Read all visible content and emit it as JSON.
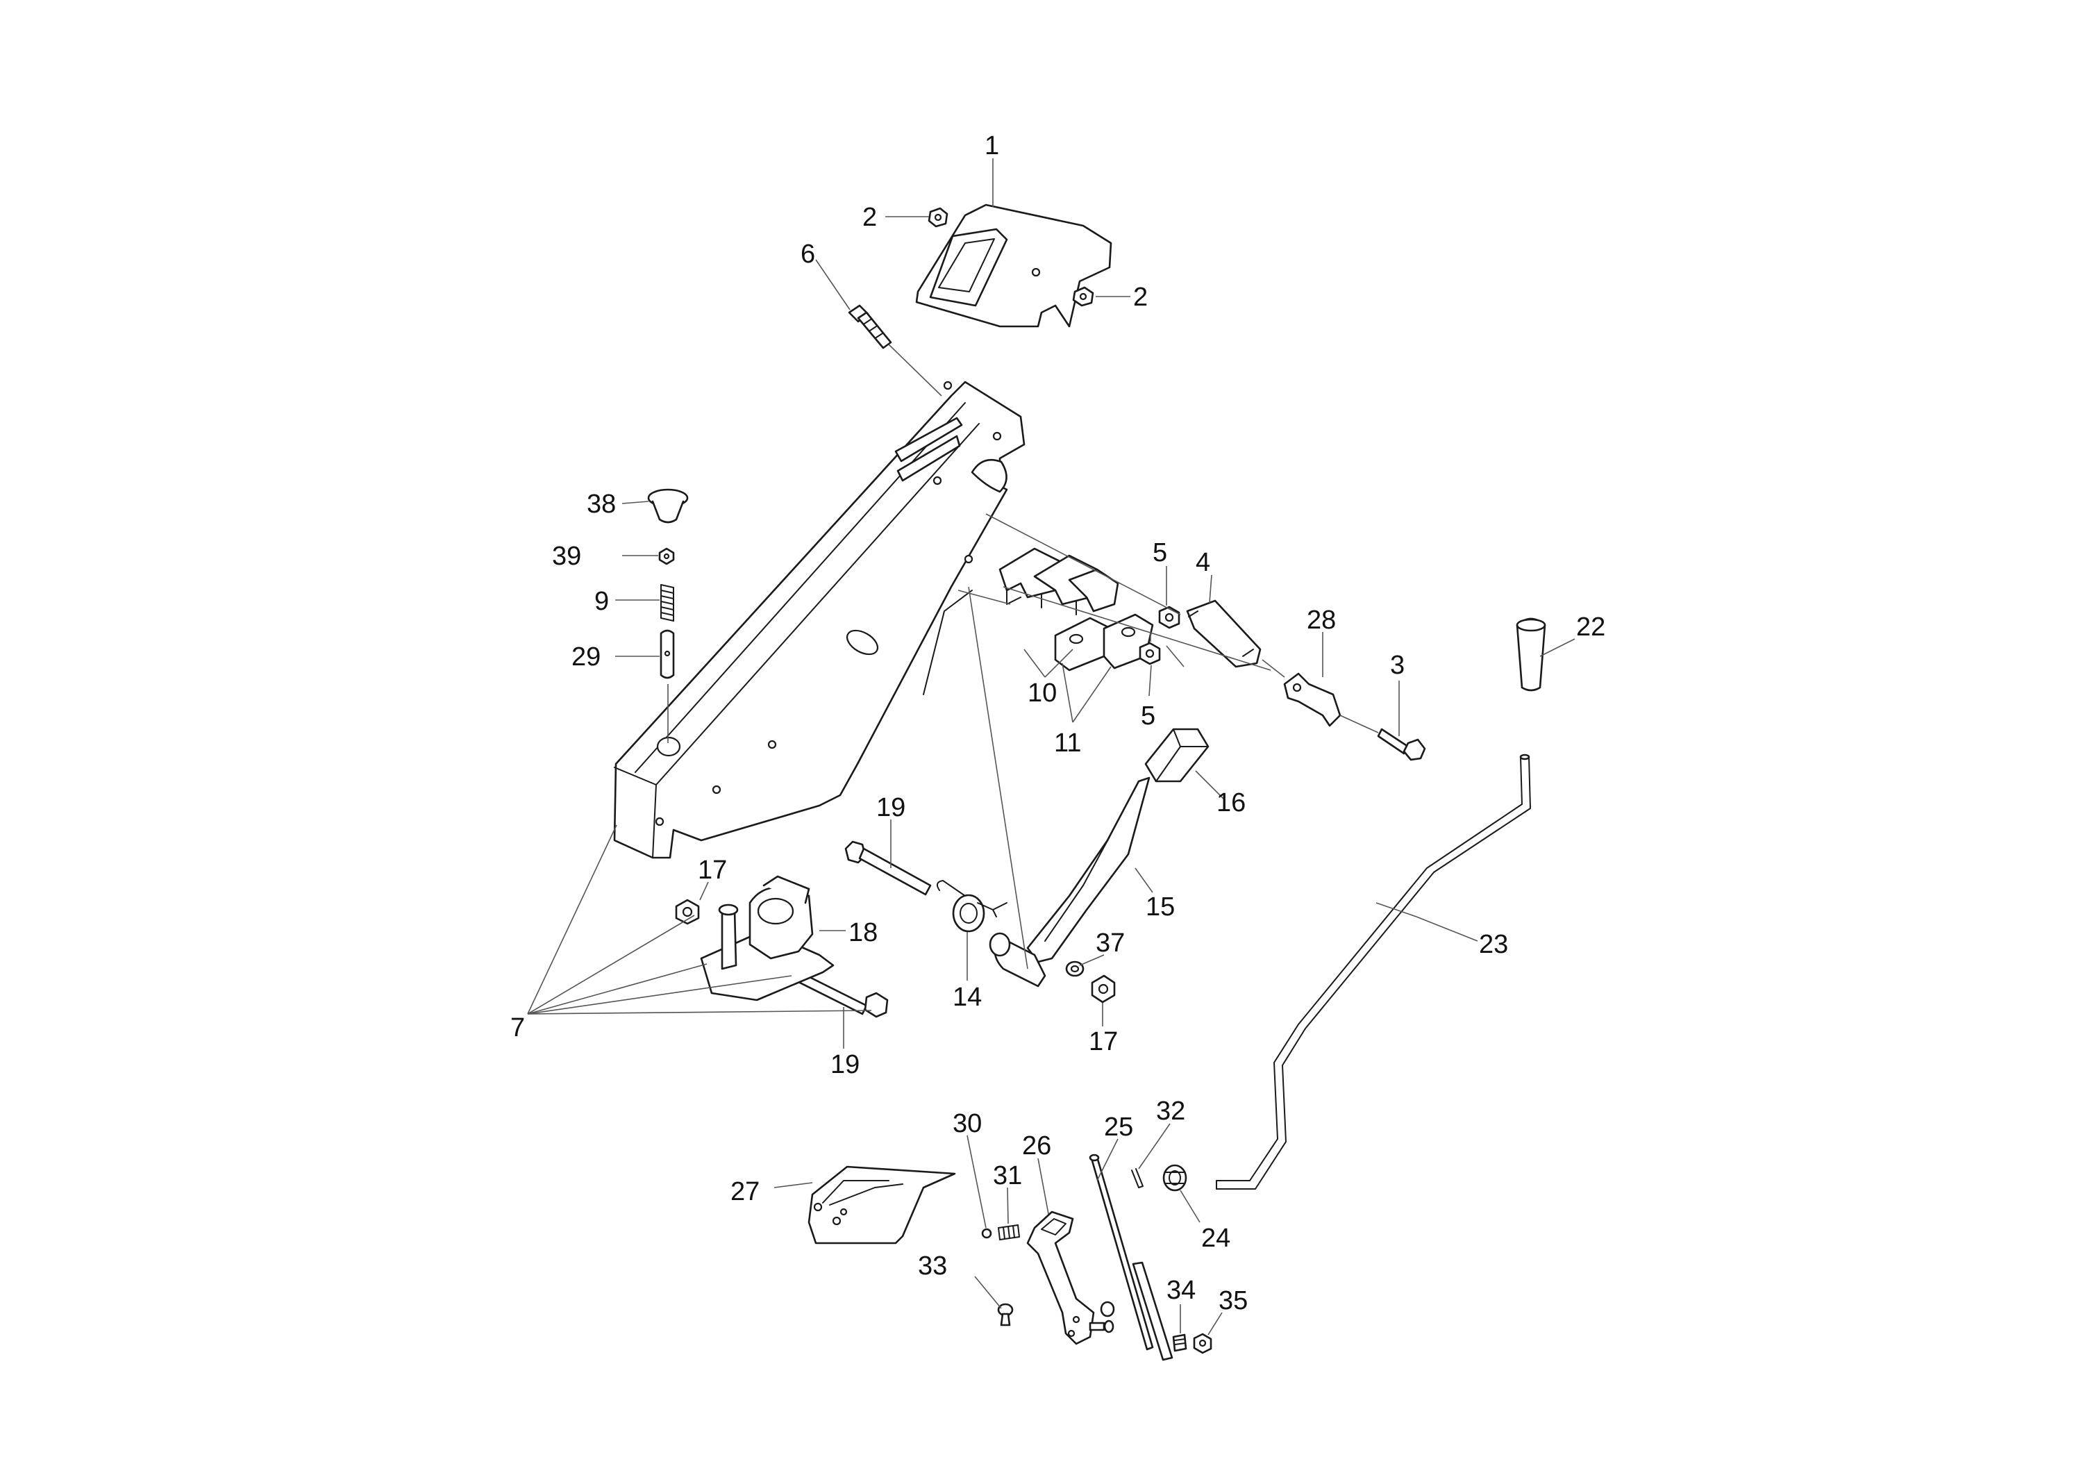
{
  "callouts": {
    "c1": "1",
    "c2a": "2",
    "c2b": "2",
    "c3": "3",
    "c4": "4",
    "c5a": "5",
    "c5b": "5",
    "c6": "6",
    "c7": "7",
    "c9": "9",
    "c10": "10",
    "c11": "11",
    "c14": "14",
    "c15": "15",
    "c16": "16",
    "c17a": "17",
    "c17b": "17",
    "c18": "18",
    "c19a": "19",
    "c19b": "19",
    "c22": "22",
    "c23": "23",
    "c24": "24",
    "c25": "25",
    "c26": "26",
    "c27": "27",
    "c28": "28",
    "c29": "29",
    "c30": "30",
    "c31": "31",
    "c32": "32",
    "c33": "33",
    "c34": "34",
    "c35": "35",
    "c37": "37",
    "c38": "38",
    "c39": "39"
  },
  "colors": {
    "line": "#1a1a1a",
    "leader": "#555555",
    "background": "#ffffff"
  }
}
